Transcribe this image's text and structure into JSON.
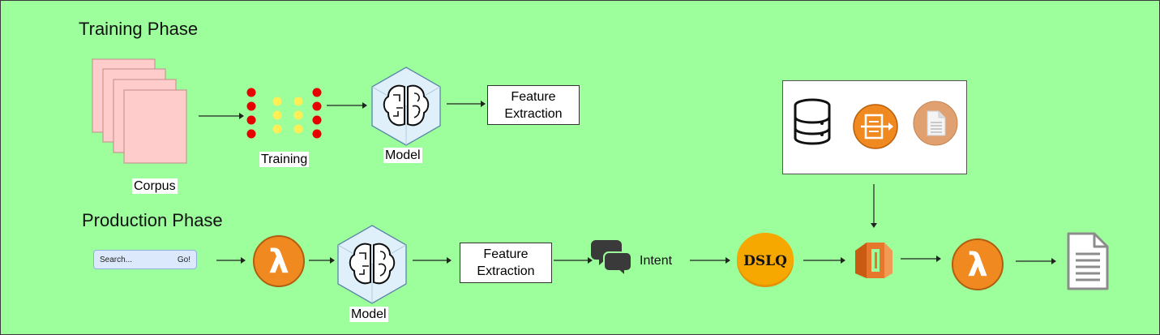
{
  "training": {
    "title": "Training Phase",
    "corpus_label": "Corpus",
    "training_label": "Training",
    "model_label": "Model",
    "feature_box": "Feature Extraction"
  },
  "production": {
    "title": "Production Phase",
    "search_placeholder": "Search...",
    "search_button": "Go!",
    "model_label": "Model",
    "feature_box": "Feature Extraction",
    "intent_label": "Intent",
    "dslq_label": "DSLQ"
  },
  "colors": {
    "background": "#9cff9c",
    "corpus_page": "#ffcccc",
    "network_red": "#e60000",
    "network_yellow": "#ffee55",
    "model_hex": "#dff0fb",
    "lambda_orange": "#f08a20",
    "dslq_gold": "#f6a800",
    "elasticsearch_orange": "#e8772e"
  },
  "icons": [
    "lambda-icon",
    "brain-icon",
    "chat-bubbles-icon",
    "database-icon",
    "ingest-icon",
    "document-icon",
    "elasticsearch-icon",
    "file-lines-icon"
  ]
}
